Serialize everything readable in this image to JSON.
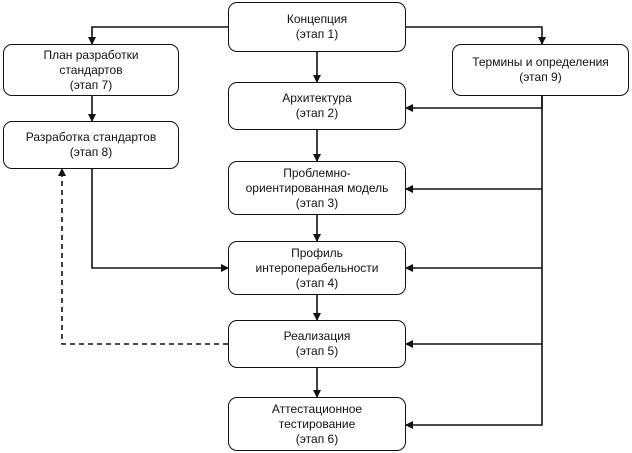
{
  "nodes": {
    "concept": {
      "lines": [
        "Концепция",
        "(этап 1)"
      ]
    },
    "plan": {
      "lines": [
        "План разработки",
        "стандартов",
        "(этап 7)"
      ]
    },
    "terms": {
      "lines": [
        "Термины и определения",
        "(этап 9)"
      ]
    },
    "arch": {
      "lines": [
        "Архитектура",
        "(этап 2)"
      ]
    },
    "dev": {
      "lines": [
        "Разработка стандартов",
        "(этап 8)"
      ]
    },
    "model": {
      "lines": [
        "Проблемно-",
        "ориентированная модель",
        "(этап 3)"
      ]
    },
    "profile": {
      "lines": [
        "Профиль",
        "интероперабельности",
        "(этап 4)"
      ]
    },
    "impl": {
      "lines": [
        "Реализация",
        "(этап 5)"
      ]
    },
    "test": {
      "lines": [
        "Аттестационное",
        "тестирование",
        "(этап 6)"
      ]
    }
  },
  "edges": [
    {
      "from": "concept",
      "to": "plan",
      "style": "solid"
    },
    {
      "from": "concept",
      "to": "terms",
      "style": "solid"
    },
    {
      "from": "concept",
      "to": "arch",
      "style": "solid"
    },
    {
      "from": "plan",
      "to": "dev",
      "style": "solid"
    },
    {
      "from": "arch",
      "to": "model",
      "style": "solid"
    },
    {
      "from": "model",
      "to": "profile",
      "style": "solid"
    },
    {
      "from": "profile",
      "to": "impl",
      "style": "solid"
    },
    {
      "from": "impl",
      "to": "test",
      "style": "solid"
    },
    {
      "from": "dev",
      "to": "profile",
      "style": "solid"
    },
    {
      "from": "impl",
      "to": "dev",
      "style": "dashed"
    },
    {
      "from": "terms",
      "to": "arch",
      "style": "solid"
    },
    {
      "from": "terms",
      "to": "model",
      "style": "solid"
    },
    {
      "from": "terms",
      "to": "profile",
      "style": "solid"
    },
    {
      "from": "terms",
      "to": "impl",
      "style": "solid"
    },
    {
      "from": "terms",
      "to": "test",
      "style": "solid"
    }
  ],
  "colors": {
    "line": "#111111",
    "box_border": "#111111",
    "text": "#111111"
  }
}
